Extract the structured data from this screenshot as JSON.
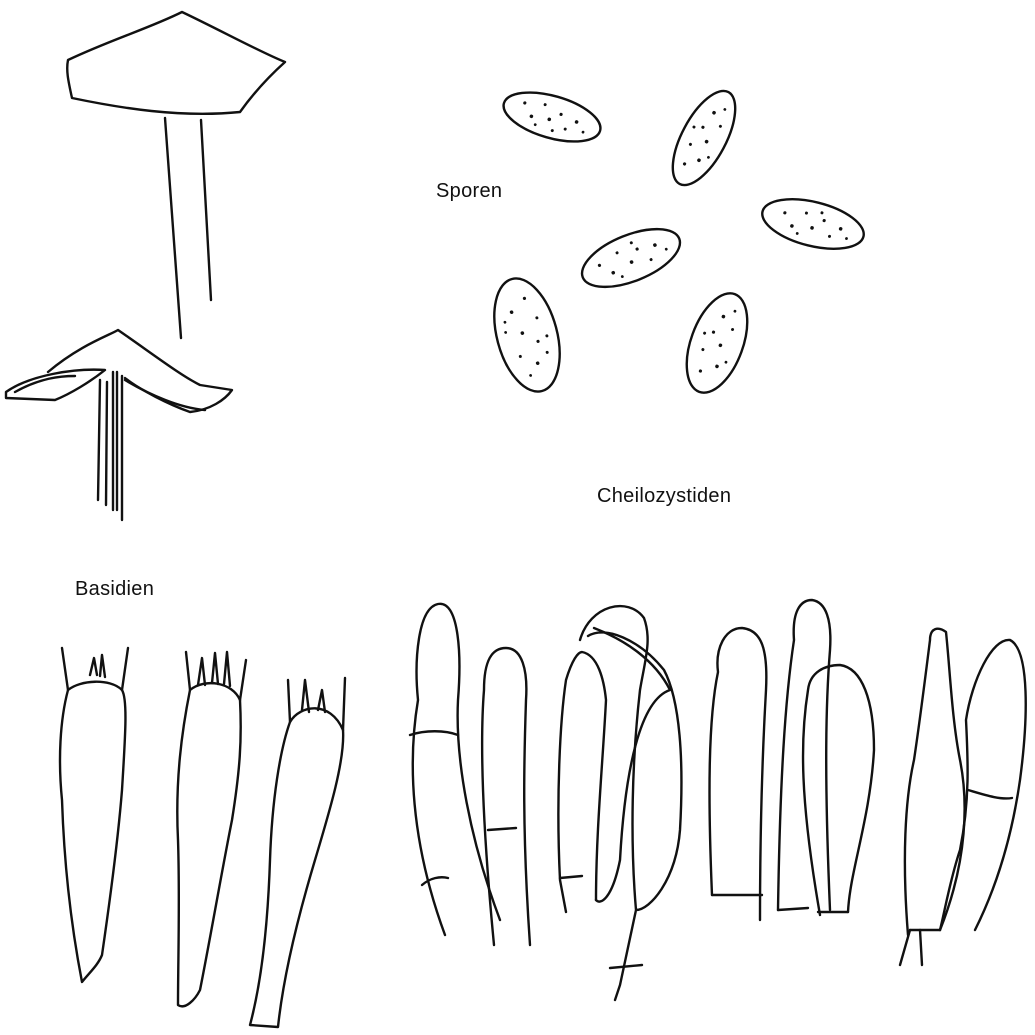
{
  "labels": {
    "spores": "Sporen",
    "cheilocystidia": "Cheilozystiden",
    "basidia": "Basidien"
  },
  "colors": {
    "ink": "#111111",
    "paper": "#ffffff"
  }
}
